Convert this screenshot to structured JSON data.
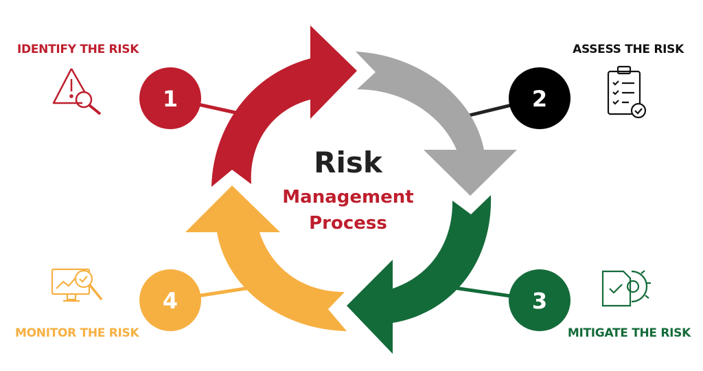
{
  "center": {
    "title": "Risk",
    "subtitle_line1": "Management",
    "subtitle_line2": "Process"
  },
  "steps": [
    {
      "number": "1",
      "label": "IDENTIFY THE RISK",
      "icon": "warning-search-icon",
      "color": "#be1e2d"
    },
    {
      "number": "2",
      "label": "ASSESS THE RISK",
      "icon": "clipboard-checklist-icon",
      "color": "#000000",
      "arrow_color": "#a6a6a6"
    },
    {
      "number": "3",
      "label": "MITIGATE THE RISK",
      "icon": "document-gear-icon",
      "color": "#146b3a"
    },
    {
      "number": "4",
      "label": "MONITOR THE RISK",
      "icon": "monitor-chart-icon",
      "color": "#f6b042"
    }
  ]
}
